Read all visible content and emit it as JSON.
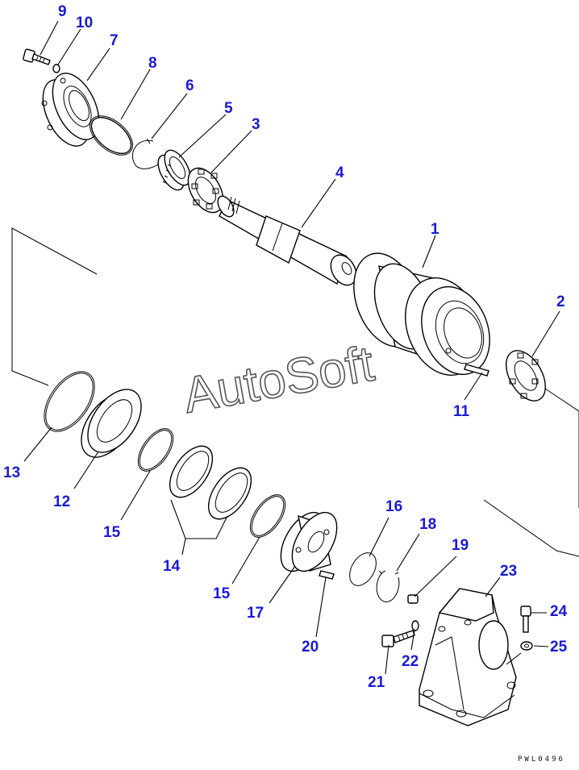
{
  "watermark": "AutoSoft",
  "drawing_code": "PWL0496",
  "callouts": [
    "1",
    "2",
    "3",
    "4",
    "5",
    "6",
    "7",
    "8",
    "9",
    "10",
    "11",
    "12",
    "13",
    "14",
    "15",
    "15",
    "16",
    "17",
    "18",
    "19",
    "20",
    "21",
    "22",
    "23",
    "24",
    "25"
  ]
}
